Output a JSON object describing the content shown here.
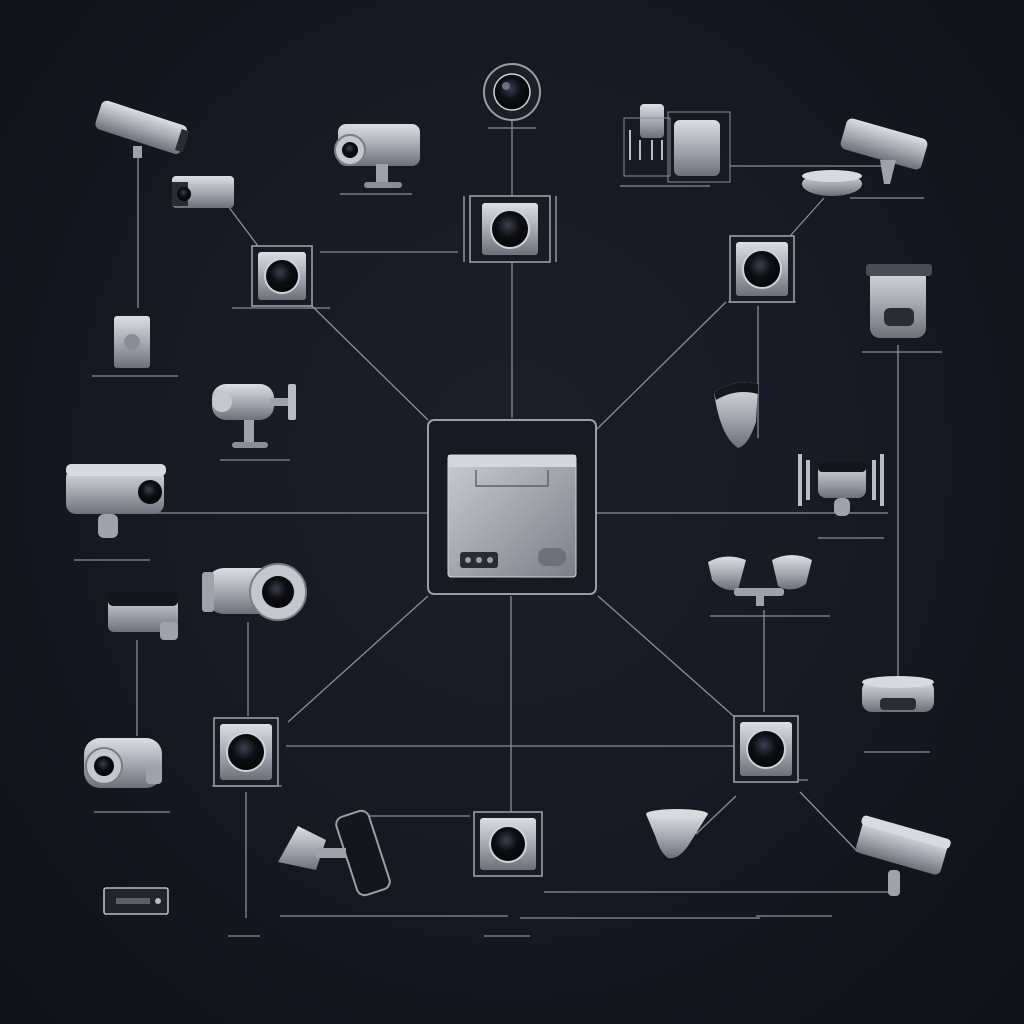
{
  "diagram": {
    "title": "",
    "hub": {
      "kind": "recorder-hub"
    },
    "nodes": [
      {
        "id": "node-top",
        "kind": "lens-node"
      },
      {
        "id": "node-upper-left",
        "kind": "lens-node"
      },
      {
        "id": "node-upper-right",
        "kind": "lens-node"
      },
      {
        "id": "node-lower-left",
        "kind": "lens-node"
      },
      {
        "id": "node-lower-right",
        "kind": "lens-node"
      },
      {
        "id": "node-bottom",
        "kind": "lens-node"
      }
    ],
    "devices": [
      "bullet-camera",
      "mini-bullet-camera",
      "box-camera",
      "dome-lens-camera",
      "door-sensor",
      "control-unit",
      "wall-bullet-camera",
      "ceiling-pod",
      "wall-mount-camera",
      "intercom-panel",
      "conical-camera",
      "turret-camera",
      "long-bullet-camera",
      "flood-light-pair",
      "pan-camera",
      "ceiling-dome",
      "dome-camera-small",
      "elbow-camera",
      "bullet-camera-left",
      "angled-camera",
      "cone-camera",
      "bullet-camera-right",
      "sensor-bar"
    ],
    "colors": {
      "background": "#161822",
      "line": "#8a8d98",
      "frame": "#9a9da8",
      "device": "#b9bcc4",
      "lens": "#0b0c10"
    }
  }
}
